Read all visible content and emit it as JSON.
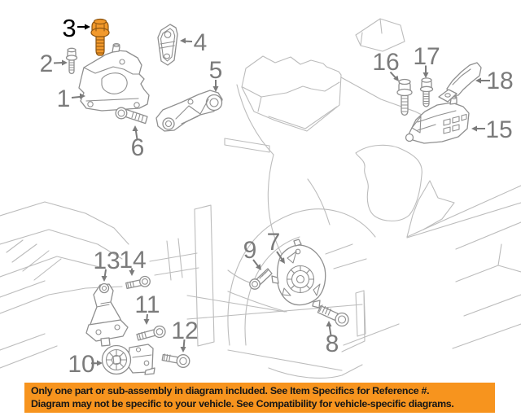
{
  "diagram": {
    "highlighted_reference": "3",
    "callouts": [
      {
        "num": "1",
        "part": "engine-mount"
      },
      {
        "num": "2",
        "part": "flange-bolt"
      },
      {
        "num": "3",
        "part": "flange-bolt",
        "highlighted": true
      },
      {
        "num": "4",
        "part": "bracket"
      },
      {
        "num": "5",
        "part": "support-bracket"
      },
      {
        "num": "6",
        "part": "flange-bolt"
      },
      {
        "num": "7",
        "part": "engine-mount"
      },
      {
        "num": "8",
        "part": "flange-bolt"
      },
      {
        "num": "9",
        "part": "flange-bolt"
      },
      {
        "num": "10",
        "part": "transmission-mount"
      },
      {
        "num": "11",
        "part": "flange-bolt"
      },
      {
        "num": "12",
        "part": "flange-bolt"
      },
      {
        "num": "13",
        "part": "mount-bracket"
      },
      {
        "num": "14",
        "part": "flange-bolt"
      },
      {
        "num": "15",
        "part": "engine-mount"
      },
      {
        "num": "16",
        "part": "flange-bolt"
      },
      {
        "num": "17",
        "part": "flange-bolt"
      },
      {
        "num": "18",
        "part": "brace-bracket"
      }
    ],
    "colors": {
      "highlight_fill": "#F2992B",
      "highlight_outline": "#8C5410",
      "engine_line_art": "#bcbcbc",
      "part_line": "#8f8f8f",
      "label": "#7b7b7b",
      "label_highlighted": "#000000"
    }
  },
  "banner": {
    "background": "#F7941E",
    "text_color": "#161616",
    "line1": "Only one part or sub-assembly in diagram included. See Item Specifics for Reference #.",
    "line2": "Diagram may not be specific to your vehicle. See Compatibility for vehicle-specific diagrams."
  }
}
